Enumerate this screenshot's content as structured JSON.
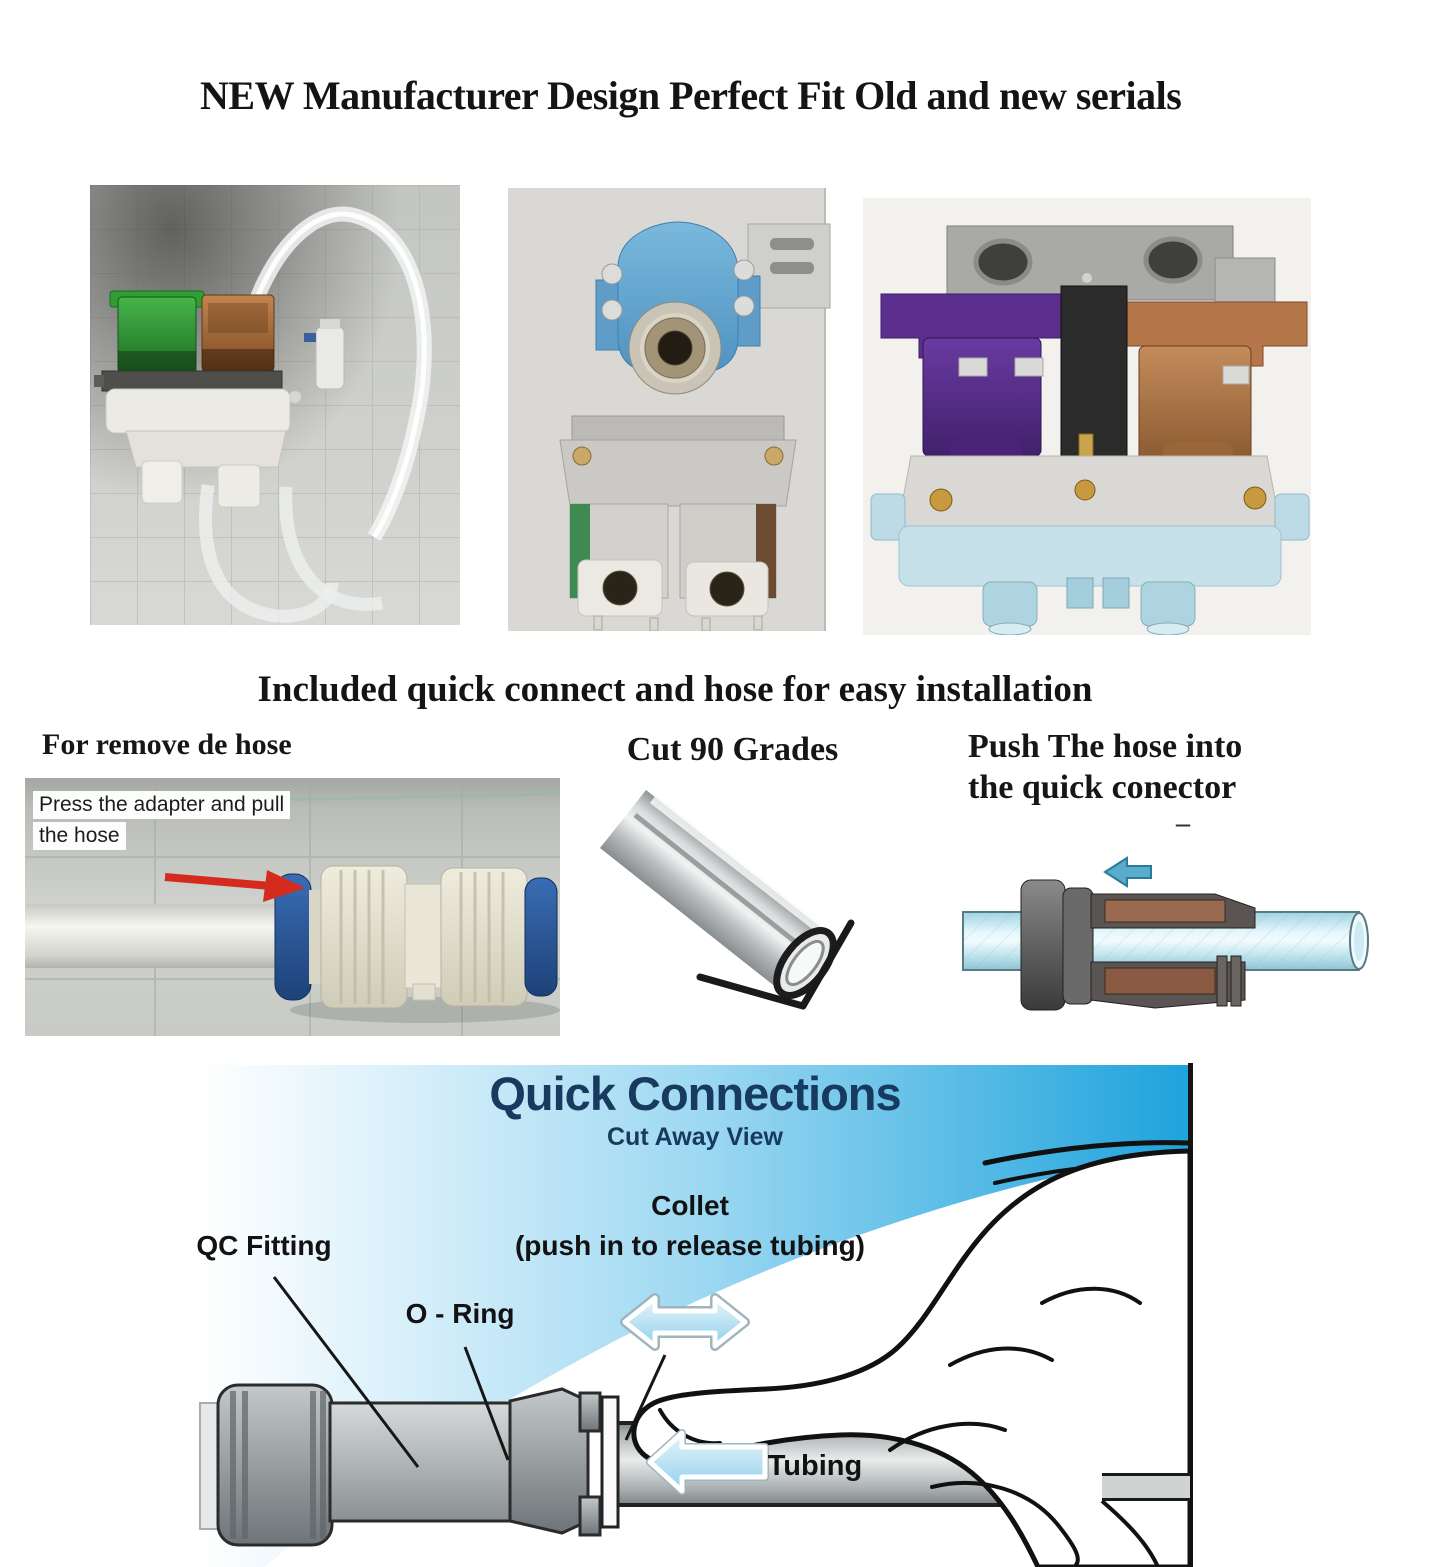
{
  "header": {
    "title": "NEW Manufacturer Design Perfect Fit Old and new serials"
  },
  "install": {
    "heading": "Included quick connect and hose for easy installation",
    "remove": {
      "heading": "For remove de hose",
      "overlay_line1": "Press the adapter and pull",
      "overlay_line2": "the hose"
    },
    "cut": {
      "heading": "Cut 90 Grades"
    },
    "push": {
      "heading_line1": "Push The hose into",
      "heading_line2": "the quick conector",
      "dash": "–"
    }
  },
  "diagram": {
    "title": "Quick Connections",
    "subtitle": "Cut Away View",
    "labels": {
      "qc_fitting": "QC Fitting",
      "collet": "Collet",
      "collet_sub": "(push in to release tubing)",
      "o_ring": "O - Ring",
      "tubing": "Tubing"
    }
  },
  "photos": {
    "photo1_alt": "dual solenoid valve with clear hose loops",
    "photo2_alt": "valve front view with mounting bracket",
    "photo3_alt": "valve with purple and copper coils",
    "remove_alt": "quick connect union on hose with red arrow",
    "cut_alt": "clear tube cut at 90 degrees",
    "push_alt": "cutaway of hose pushed into quick connector"
  },
  "colors": {
    "diagram_navy": "#173a5e",
    "band_cyan": "#1ea3dc",
    "red_arrow": "#d42b1e",
    "collet_blue": "#2b5fa8",
    "coil_green": "#2f9e35",
    "coil_copper": "#b0713a",
    "coil_purple": "#5c2f8f",
    "valve_blue": "#6aaed6",
    "body_lightblue": "#c6e1ea",
    "arrow_cyan": "#8fd0ea"
  }
}
